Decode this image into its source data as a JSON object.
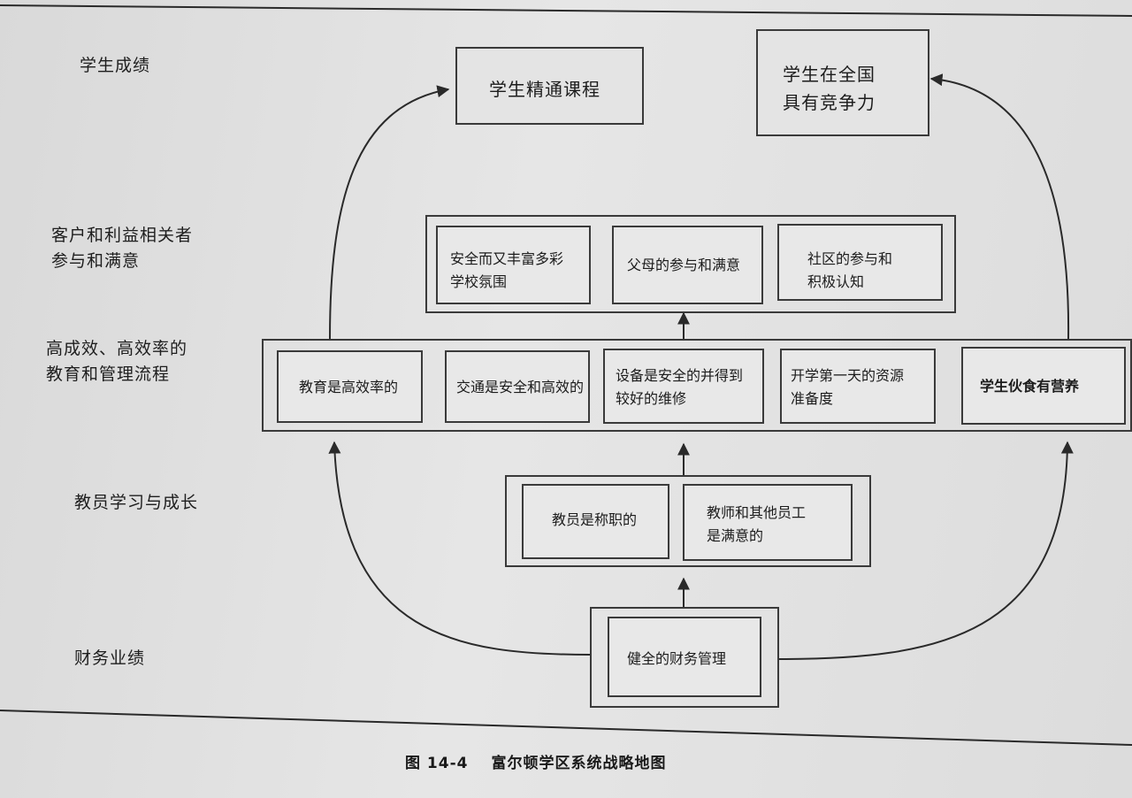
{
  "perspectives": {
    "student": "学生成绩",
    "customer": "客户和利益相关者\n 参与和满意",
    "process": "高成效、高效率的\n教育和管理流程",
    "learning": "教员学习与成长",
    "financial": "财务业绩"
  },
  "student_row": {
    "mastery": "学生精通课程",
    "competitive": "学生在全国\n具有竞争力"
  },
  "customer_row": {
    "climate": "安全而又丰富多彩\n学校氛围",
    "parents": "父母的参与和满意",
    "community": "社区的参与和\n积极认知"
  },
  "process_row": {
    "efficient": "教育是高效率的",
    "transport": "交通是安全和高效的",
    "facilities": "设备是安全的并得到\n较好的维修",
    "readiness": "开学第一天的资源\n准备度",
    "nutrition": "学生伙食有营养"
  },
  "learning_row": {
    "competent": "教员是称职的",
    "satisfied": "教师和其他员工\n是满意的"
  },
  "financial_row": {
    "management": "健全的财务管理"
  },
  "caption": {
    "number": "图 14-4",
    "title": "富尔顿学区系统战略地图"
  }
}
